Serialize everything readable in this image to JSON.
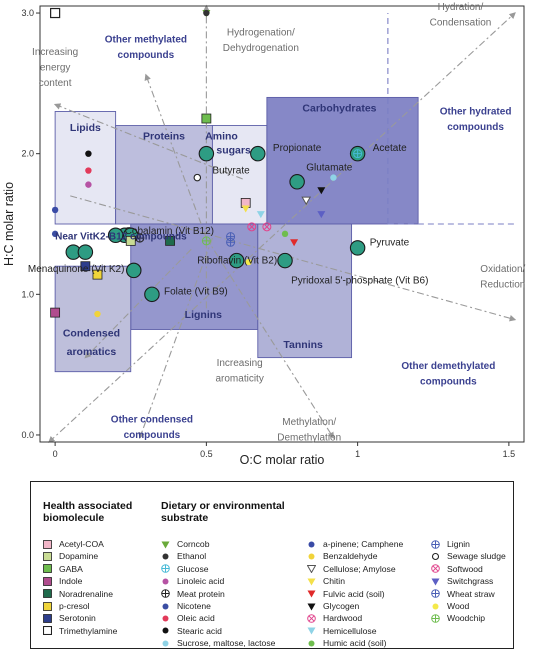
{
  "chart_data": {
    "type": "scatter",
    "title": "",
    "xlabel": "O:C molar ratio",
    "ylabel": "H:C molar ratio",
    "xlim": [
      -0.05,
      1.55
    ],
    "ylim": [
      -0.05,
      3.05
    ],
    "xticks": [
      0,
      0.5,
      1,
      1.5
    ],
    "xtick_labels": [
      "0",
      "0.5",
      "1",
      "1.5"
    ],
    "yticks": [
      0,
      1,
      2,
      3
    ],
    "ytick_labels": [
      "0.0",
      "1.0",
      "2.0",
      "3.0"
    ],
    "grid": false,
    "regions": [
      {
        "name": "Lipids",
        "label": "Lipids",
        "x": [
          0.0,
          0.2
        ],
        "y": [
          1.5,
          2.3
        ],
        "fill": "#e4e5f2"
      },
      {
        "name": "Proteins",
        "label": "Proteins",
        "x": [
          0.2,
          0.52
        ],
        "y": [
          1.5,
          2.2
        ],
        "fill": "#b7b8da"
      },
      {
        "name": "Amino sugars",
        "label": "Amino\nsugars",
        "x": [
          0.52,
          0.7
        ],
        "y": [
          1.5,
          2.2
        ],
        "fill": "#e4e5f2"
      },
      {
        "name": "Carbohydrates",
        "label": "Carbohydrates",
        "x": [
          0.7,
          1.2
        ],
        "y": [
          1.5,
          2.4
        ],
        "fill": "#7c7ec2"
      },
      {
        "name": "Lignins",
        "label": "Lignins",
        "x": [
          0.25,
          0.67
        ],
        "y": [
          0.75,
          1.5
        ],
        "fill": "#8c8ec9"
      },
      {
        "name": "Tannins",
        "label": "Tannins",
        "x": [
          0.67,
          0.98
        ],
        "y": [
          0.55,
          1.5
        ],
        "fill": "#a9abd4"
      },
      {
        "name": "Condensed aromatics",
        "label": "Condensed\naromatics",
        "x": [
          0.0,
          0.25
        ],
        "y": [
          0.45,
          1.2
        ],
        "fill": "#b8bad8"
      }
    ],
    "region_labels": [
      {
        "text": "Lipids",
        "x": 0.1,
        "y": 2.16
      },
      {
        "text": "Proteins",
        "x": 0.36,
        "y": 2.1
      },
      {
        "text": "Amino",
        "x": 0.55,
        "y": 2.1
      },
      {
        "text": "sugars",
        "x": 0.59,
        "y": 2.0
      },
      {
        "text": "Carbohydrates",
        "x": 0.94,
        "y": 2.3
      },
      {
        "text": "Lignins",
        "x": 0.49,
        "y": 0.83
      },
      {
        "text": "Tannins",
        "x": 0.82,
        "y": 0.62
      },
      {
        "text": "Condensed",
        "x": 0.12,
        "y": 0.7
      },
      {
        "text": "aromatics",
        "x": 0.12,
        "y": 0.57
      }
    ],
    "labeled_compounds": [
      {
        "name": "Propionate",
        "x": 0.67,
        "y": 2.0,
        "label_dx": 0.05,
        "label_dy": 0.04,
        "anchor": "start"
      },
      {
        "name": "Acetate",
        "x": 1.0,
        "y": 2.0,
        "label_dx": 0.05,
        "label_dy": 0.04,
        "anchor": "start"
      },
      {
        "name": "Butyrate",
        "x": 0.5,
        "y": 2.0,
        "label_dx": 0.02,
        "label_dy": -0.12,
        "anchor": "start"
      },
      {
        "name": "Glutamate",
        "x": 0.8,
        "y": 1.8,
        "label_dx": 0.03,
        "label_dy": 0.1,
        "anchor": "start"
      },
      {
        "name": "Cobalamin (Vit B12)",
        "x": 0.23,
        "y": 1.42,
        "label_dx": 0.0,
        "label_dy": 0.03,
        "anchor": "start"
      },
      {
        "name": "Near VitK2-B12 compounds",
        "x": 0.2,
        "y": 1.42,
        "label_dx": -0.2,
        "label_dy": -0.01,
        "anchor": "start"
      },
      {
        "name": "Menaquinone (Vit K2)",
        "x": 0.06,
        "y": 1.3,
        "label_dx": -0.15,
        "label_dy": -0.12,
        "anchor": "start"
      },
      {
        "name": "Riboflavin (Vit B2)",
        "x": 0.6,
        "y": 1.24,
        "label_dx": -0.13,
        "label_dy": 0.0,
        "anchor": "start"
      },
      {
        "name": "Folate (Vit B9)",
        "x": 0.32,
        "y": 1.0,
        "label_dx": 0.04,
        "label_dy": 0.02,
        "anchor": "start"
      },
      {
        "name": "Pyruvate",
        "x": 1.0,
        "y": 1.33,
        "label_dx": 0.04,
        "label_dy": 0.04,
        "anchor": "start"
      },
      {
        "name": "Pyridoxal 5'-phosphate (Vit B6)",
        "x": 0.76,
        "y": 1.24,
        "label_dx": 0.02,
        "label_dy": -0.14,
        "anchor": "start"
      },
      {
        "name": "Folate-2",
        "x": 0.26,
        "y": 1.17,
        "label_dx": 0.0,
        "label_dy": 0.0,
        "anchor": "none"
      },
      {
        "name": "Near-1",
        "x": 0.25,
        "y": 1.42,
        "label_dx": 0.0,
        "label_dy": 0.0,
        "anchor": "none"
      },
      {
        "name": "Near-2",
        "x": 0.1,
        "y": 1.3,
        "label_dx": 0.0,
        "label_dy": 0.0,
        "anchor": "none"
      }
    ],
    "series": [
      {
        "name": "Acetyl-COA",
        "category": "health",
        "marker": "square",
        "color": "#f2b6c8",
        "x": [
          0.63
        ],
        "y": [
          1.65
        ]
      },
      {
        "name": "Dopamine",
        "category": "health",
        "marker": "square",
        "color": "#c9dc94",
        "x": [
          0.25
        ],
        "y": [
          1.38
        ]
      },
      {
        "name": "GABA",
        "category": "health",
        "marker": "square",
        "color": "#6ebd4e",
        "x": [
          0.5
        ],
        "y": [
          2.25
        ]
      },
      {
        "name": "Indole",
        "category": "health",
        "marker": "square",
        "color": "#b04c8e",
        "x": [
          0.0
        ],
        "y": [
          0.87
        ]
      },
      {
        "name": "Noradrenaline",
        "category": "health",
        "marker": "square",
        "color": "#1f6b4c",
        "x": [
          0.38
        ],
        "y": [
          1.38
        ]
      },
      {
        "name": "p-cresol",
        "category": "health",
        "marker": "square",
        "color": "#f0d53a",
        "x": [
          0.14
        ],
        "y": [
          1.14
        ]
      },
      {
        "name": "Serotonin",
        "category": "health",
        "marker": "square",
        "color": "#2d3e8c",
        "x": [
          0.1
        ],
        "y": [
          1.2
        ]
      },
      {
        "name": "Trimethylamine",
        "category": "health",
        "marker": "square-open",
        "color": "#222222",
        "x": [
          0.0
        ],
        "y": [
          3.0
        ]
      },
      {
        "name": "Corncob",
        "category": "dietary",
        "marker": "tri-down",
        "color": "#6aaa3a",
        "x": [
          0.5
        ],
        "y": [
          3.0
        ]
      },
      {
        "name": "Ethanol",
        "category": "dietary",
        "marker": "dot",
        "color": "#333333",
        "x": [
          0.5
        ],
        "y": [
          3.0
        ]
      },
      {
        "name": "Glucose",
        "category": "dietary",
        "marker": "circle-plus",
        "color": "#46b9d6",
        "x": [
          1.0
        ],
        "y": [
          2.0
        ]
      },
      {
        "name": "Linoleic acid",
        "category": "dietary",
        "marker": "dot",
        "color": "#b653a4",
        "x": [
          0.11
        ],
        "y": [
          1.78
        ]
      },
      {
        "name": "Meat protein",
        "category": "dietary",
        "marker": "circle-plus",
        "color": "#222222",
        "x": [
          0.28
        ],
        "y": [
          1.4
        ]
      },
      {
        "name": "Nicotene",
        "category": "dietary",
        "marker": "dot",
        "color": "#3b4ea3",
        "x": [
          0.0
        ],
        "y": [
          1.43
        ]
      },
      {
        "name": "Oleic acid",
        "category": "dietary",
        "marker": "dot",
        "color": "#e23a5a",
        "x": [
          0.11
        ],
        "y": [
          1.88
        ]
      },
      {
        "name": "Stearic acid",
        "category": "dietary",
        "marker": "dot",
        "color": "#111111",
        "x": [
          0.11
        ],
        "y": [
          2.0
        ]
      },
      {
        "name": "Sucrose, maltose, lactose",
        "category": "dietary",
        "marker": "dot",
        "color": "#8fd3e6",
        "x": [
          0.92
        ],
        "y": [
          1.83
        ]
      },
      {
        "name": "a-pinene; Camphene",
        "category": "dietary",
        "marker": "dot",
        "color": "#3a4ba6",
        "x": [
          0.0
        ],
        "y": [
          1.6
        ]
      },
      {
        "name": "Benzaldehyde",
        "category": "dietary",
        "marker": "dot",
        "color": "#f1d33a",
        "x": [
          0.14
        ],
        "y": [
          0.86
        ]
      },
      {
        "name": "Cellulose; Amylose",
        "category": "dietary",
        "marker": "tri-down-open",
        "color": "#555555",
        "x": [
          0.83
        ],
        "y": [
          1.67
        ]
      },
      {
        "name": "Chitin",
        "category": "dietary",
        "marker": "tri-down",
        "color": "#f4e04a",
        "x": [
          0.63
        ],
        "y": [
          1.61
        ]
      },
      {
        "name": "Fulvic acid (soil)",
        "category": "dietary",
        "marker": "tri-down",
        "color": "#e02a2a",
        "x": [
          0.79
        ],
        "y": [
          1.37
        ]
      },
      {
        "name": "Glycogen",
        "category": "dietary",
        "marker": "tri-down",
        "color": "#111111",
        "x": [
          0.88
        ],
        "y": [
          1.74
        ]
      },
      {
        "name": "Hardwood",
        "category": "dietary",
        "marker": "circle-cross",
        "color": "#e0448c",
        "x": [
          0.65
        ],
        "y": [
          1.48
        ]
      },
      {
        "name": "Hemicellulose",
        "category": "dietary",
        "marker": "tri-down",
        "color": "#8fd3e6",
        "x": [
          0.68
        ],
        "y": [
          1.57
        ]
      },
      {
        "name": "Humic acid (soil)",
        "category": "dietary",
        "marker": "dot",
        "color": "#6ebd4e",
        "x": [
          0.76
        ],
        "y": [
          1.43
        ]
      },
      {
        "name": "Lignin",
        "category": "dietary",
        "marker": "circle-plus",
        "color": "#4a5fb5",
        "x": [
          0.58
        ],
        "y": [
          1.37
        ]
      },
      {
        "name": "Sewage sludge",
        "category": "dietary",
        "marker": "circle-open",
        "color": "#222222",
        "x": [
          0.47
        ],
        "y": [
          1.83
        ]
      },
      {
        "name": "Softwood",
        "category": "dietary",
        "marker": "circle-cross",
        "color": "#e0448c",
        "x": [
          0.7
        ],
        "y": [
          1.48
        ]
      },
      {
        "name": "Switchgrass",
        "category": "dietary",
        "marker": "tri-down",
        "color": "#5c5fc4",
        "x": [
          0.88
        ],
        "y": [
          1.57
        ]
      },
      {
        "name": "Wheat straw",
        "category": "dietary",
        "marker": "circle-plus",
        "color": "#4a5fb5",
        "x": [
          0.58
        ],
        "y": [
          1.41
        ]
      },
      {
        "name": "Wood",
        "category": "dietary",
        "marker": "dot",
        "color": "#f4e94a",
        "x": [
          0.64
        ],
        "y": [
          1.23
        ]
      },
      {
        "name": "Woodchip",
        "category": "dietary",
        "marker": "circle-plus",
        "color": "#6ebd4e",
        "x": [
          0.5
        ],
        "y": [
          1.38
        ]
      }
    ],
    "annotations": [
      {
        "text": "Other methylated",
        "x": 0.3,
        "y": 2.79,
        "style": "heading"
      },
      {
        "text": "compounds",
        "x": 0.3,
        "y": 2.68,
        "style": "heading"
      },
      {
        "text": "Hydrogenation/",
        "x": 0.68,
        "y": 2.84,
        "style": "note"
      },
      {
        "text": "Dehydrogenation",
        "x": 0.68,
        "y": 2.73,
        "style": "note"
      },
      {
        "text": "Hydration/",
        "x": 1.34,
        "y": 3.02,
        "style": "note"
      },
      {
        "text": "Condensation",
        "x": 1.34,
        "y": 2.91,
        "style": "note"
      },
      {
        "text": "Increasing",
        "x": 0.0,
        "y": 2.7,
        "style": "note"
      },
      {
        "text": "energy",
        "x": 0.0,
        "y": 2.59,
        "style": "note"
      },
      {
        "text": "content",
        "x": 0.0,
        "y": 2.48,
        "style": "note"
      },
      {
        "text": "Other hydrated",
        "x": 1.39,
        "y": 2.28,
        "style": "heading"
      },
      {
        "text": "compounds",
        "x": 1.39,
        "y": 2.17,
        "style": "heading"
      },
      {
        "text": "Oxidation/",
        "x": 1.48,
        "y": 1.16,
        "style": "note"
      },
      {
        "text": "Reduction",
        "x": 1.48,
        "y": 1.05,
        "style": "note"
      },
      {
        "text": "Increasing",
        "x": 0.61,
        "y": 0.49,
        "style": "note"
      },
      {
        "text": "aromaticity",
        "x": 0.61,
        "y": 0.38,
        "style": "note"
      },
      {
        "text": "Other demethylated",
        "x": 1.3,
        "y": 0.47,
        "style": "heading"
      },
      {
        "text": "compounds",
        "x": 1.3,
        "y": 0.36,
        "style": "heading"
      },
      {
        "text": "Other condensed",
        "x": 0.32,
        "y": 0.09,
        "style": "heading"
      },
      {
        "text": "compounds",
        "x": 0.32,
        "y": -0.02,
        "style": "heading"
      },
      {
        "text": "Methylation/",
        "x": 0.84,
        "y": 0.07,
        "style": "note"
      },
      {
        "text": "Demethylation",
        "x": 0.84,
        "y": -0.04,
        "style": "note"
      }
    ],
    "reference_lines": [
      {
        "name": "hydrogenation-line",
        "x1": 0.5,
        "y1": 0.9,
        "x2": 0.5,
        "y2": 3.05,
        "arrow": "end"
      },
      {
        "name": "demethylation-line",
        "x1": 0.5,
        "y1": 1.4,
        "x2": 0.92,
        "y2": -0.02,
        "arrow": "end"
      },
      {
        "name": "condensation-line",
        "x1": -0.02,
        "y1": -0.05,
        "x2": 1.52,
        "y2": 3.0,
        "arrow": "both"
      },
      {
        "name": "oxidation-line",
        "x1": 0.05,
        "y1": 1.7,
        "x2": 1.52,
        "y2": 0.82,
        "arrow": "end"
      },
      {
        "name": "aromaticity-line",
        "x1": 0.52,
        "y1": 1.4,
        "x2": 0.28,
        "y2": -0.02,
        "arrow": "end"
      },
      {
        "name": "energy-line",
        "x1": 0.0,
        "y1": 2.35,
        "x2": 0.62,
        "y2": 1.82,
        "arrow": "start"
      },
      {
        "name": "methylated-line",
        "x1": 0.5,
        "y1": 1.4,
        "x2": 0.3,
        "y2": 2.56,
        "arrow": "end"
      },
      {
        "name": "condensed-line",
        "x1": 0.45,
        "y1": 1.32,
        "x2": 0.1,
        "y2": 0.55,
        "arrow": "end"
      },
      {
        "name": "divider-vertical",
        "x1": 1.1,
        "y1": 1.5,
        "x2": 1.1,
        "y2": 3.0,
        "arrow": "none"
      },
      {
        "name": "divider-horizontal",
        "x1": 1.1,
        "y1": 1.5,
        "x2": 1.52,
        "y2": 1.5,
        "arrow": "none"
      }
    ]
  },
  "legend": {
    "health_title": "Health associated biomolecule",
    "health_title_line1": "Health associated",
    "health_title_line2": "biomolecule",
    "dietary_title_line1": "Dietary or environmental",
    "dietary_title_line2": "substrate",
    "health_items": [
      "Acetyl-COA",
      "Dopamine",
      "GABA",
      "Indole",
      "Noradrenaline",
      "p-cresol",
      "Serotonin",
      "Trimethylamine"
    ],
    "dietary_col1": [
      "Corncob",
      "Ethanol",
      "Glucose",
      "Linoleic acid",
      "Meat protein",
      "Nicotene",
      "Oleic acid",
      "Stearic acid",
      "Sucrose, maltose, lactose"
    ],
    "dietary_col2": [
      "a-pinene; Camphene",
      "Benzaldehyde",
      "Cellulose; Amylose",
      "Chitin",
      "Fulvic acid (soil)",
      "Glycogen",
      "Hardwood",
      "Hemicellulose",
      "Humic acid (soil)"
    ],
    "dietary_col3": [
      "Lignin",
      "Sewage sludge",
      "Softwood",
      "Switchgrass",
      "Wheat straw",
      "Wood",
      "Woodchip"
    ]
  }
}
